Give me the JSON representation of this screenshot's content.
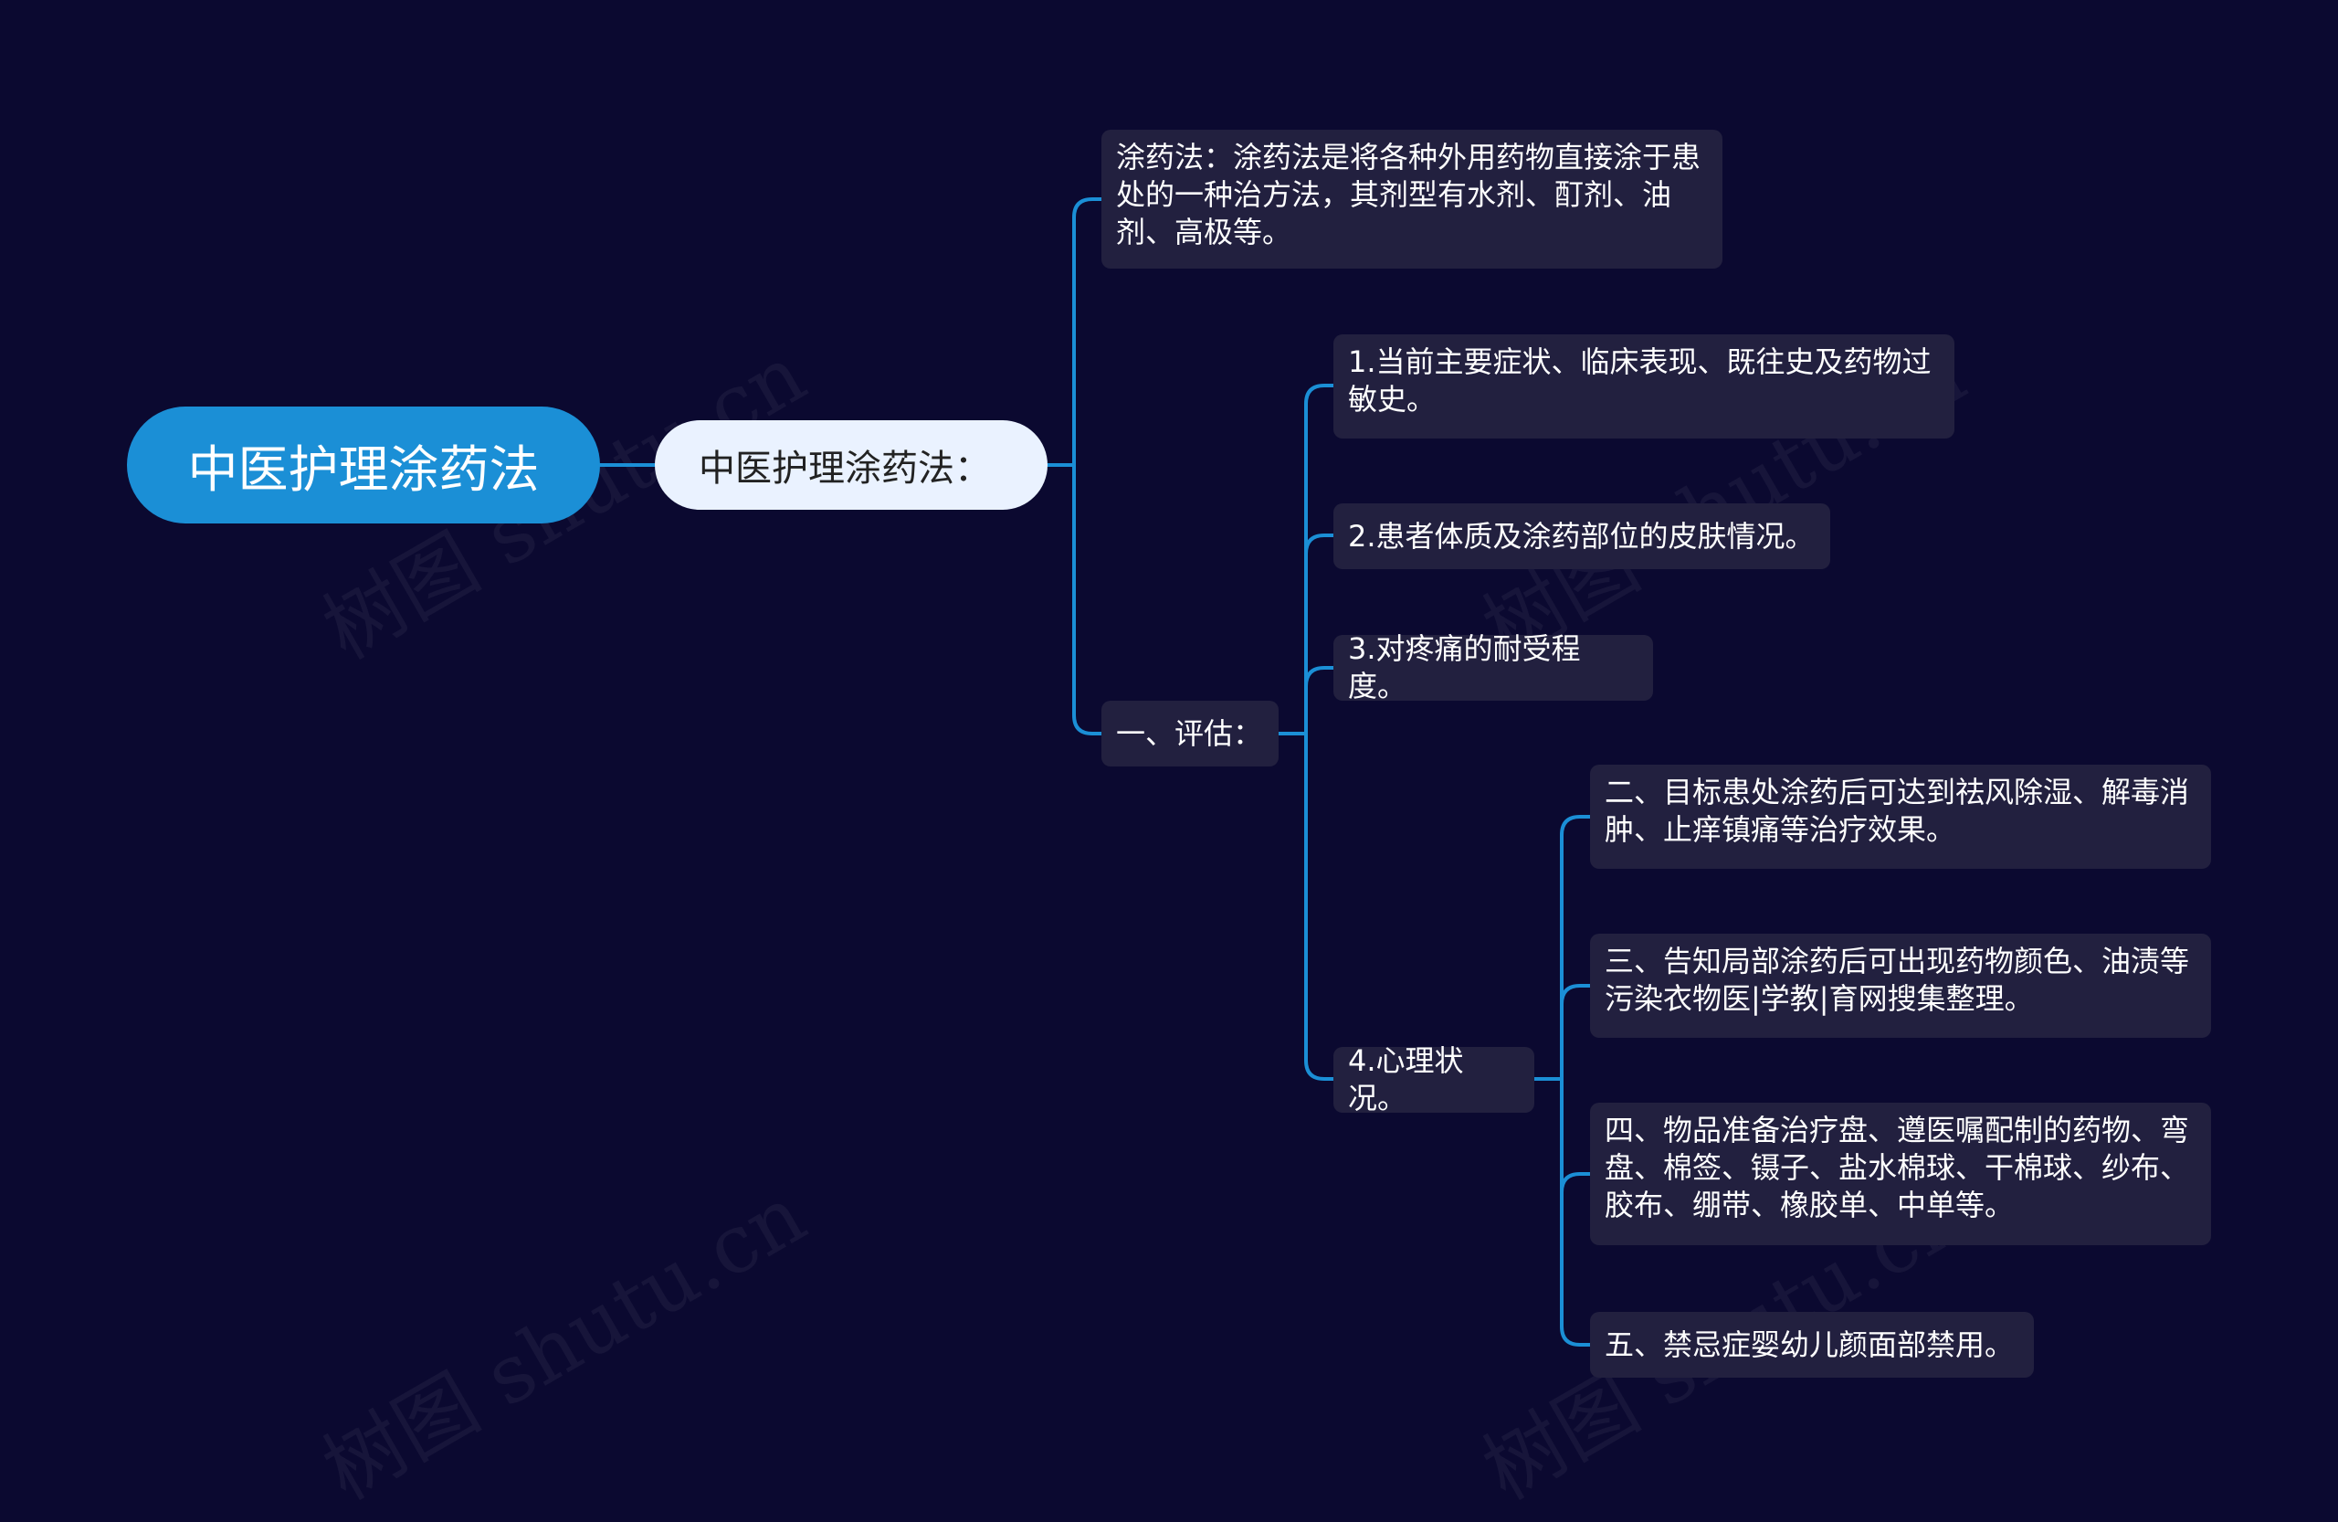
{
  "root": {
    "label": "中医护理涂药法"
  },
  "main": {
    "label": "中医护理涂药法："
  },
  "definition": {
    "text": "涂药法：涂药法是将各种外用药物直接涂于患处的一种治方法，其剂型有水剂、酊剂、油剂、高极等。"
  },
  "assessment": {
    "label": "一、评估：",
    "items": [
      {
        "text": "1.当前主要症状、临床表现、既往史及药物过敏史。"
      },
      {
        "text": "2.患者体质及涂药部位的皮肤情况。"
      },
      {
        "text": "3.对疼痛的耐受程度。"
      },
      {
        "text": "4.心理状况。"
      }
    ]
  },
  "psych_children": [
    {
      "text": "二、目标患处涂药后可达到祛风除湿、解毒消肿、止痒镇痛等治疗效果。"
    },
    {
      "text": "三、告知局部涂药后可出现药物颜色、油渍等污染衣物医|学教|育网搜集整理。"
    },
    {
      "text": "四、物品准备治疗盘、遵医嘱配制的药物、弯盘、棉签、镊子、盐水棉球、干棉球、纱布、胶布、绷带、橡胶单、中单等。"
    },
    {
      "text": "五、禁忌症婴幼儿颜面部禁用。"
    }
  ],
  "watermark": "树图 shutu.cn",
  "colors": {
    "background": "#0b0930",
    "connector": "#1b8fd6",
    "root": "#1b8fd6",
    "main": "#eaf2ff",
    "box": "#22203f"
  }
}
